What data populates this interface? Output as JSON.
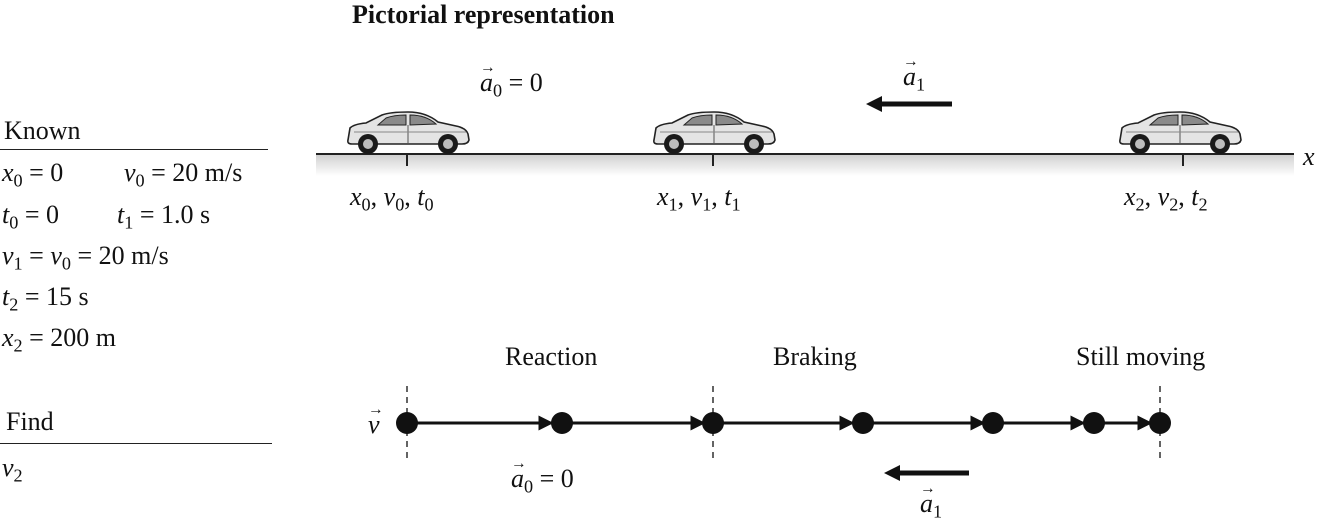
{
  "title": "Pictorial representation",
  "axis_label": "x",
  "known": {
    "heading": "Known",
    "line1": {
      "a": "x",
      "a_sub": "0",
      "a_rest": " = 0",
      "b": "v",
      "b_sub": "0",
      "b_rest": " = 20 m/s"
    },
    "line2": {
      "a": "t",
      "a_sub": "0",
      "a_rest": " = 0",
      "b": "t",
      "b_sub": "1",
      "b_rest": " = 1.0 s"
    },
    "line3": {
      "a": "v",
      "a_sub": "1",
      "mid": " = ",
      "b": "v",
      "b_sub": "0",
      "rest": " = 20 m/s"
    },
    "line4": {
      "a": "t",
      "a_sub": "2",
      "rest": " = 15 s"
    },
    "line5": {
      "a": "x",
      "a_sub": "2",
      "rest": " = 200 m"
    }
  },
  "find": {
    "heading": "Find",
    "var": "v",
    "var_sub": "2"
  },
  "accel_top": {
    "a0_sym": "a",
    "a0_sub": "0",
    "a0_rest": " = 0",
    "a1_sym": "a",
    "a1_sub": "1"
  },
  "positions": [
    {
      "x": "x",
      "xs": "0",
      "v": "v",
      "vs": "0",
      "t": "t",
      "ts": "0",
      "sep": ", "
    },
    {
      "x": "x",
      "xs": "1",
      "v": "v",
      "vs": "1",
      "t": "t",
      "ts": "1",
      "sep": ", "
    },
    {
      "x": "x",
      "xs": "2",
      "v": "v",
      "vs": "2",
      "t": "t",
      "ts": "2",
      "sep": ", "
    }
  ],
  "motion": {
    "v_sym": "v",
    "phases": [
      "Reaction",
      "Braking",
      "Still moving"
    ],
    "a0_sym": "a",
    "a0_sub": "0",
    "a0_rest": " = 0",
    "a1_sym": "a",
    "a1_sub": "1"
  },
  "colors": {
    "ink": "#111111",
    "ground_shadow": "#d9d9d9",
    "car_body": "#e4e4e4",
    "car_window": "#8a8a8a"
  }
}
